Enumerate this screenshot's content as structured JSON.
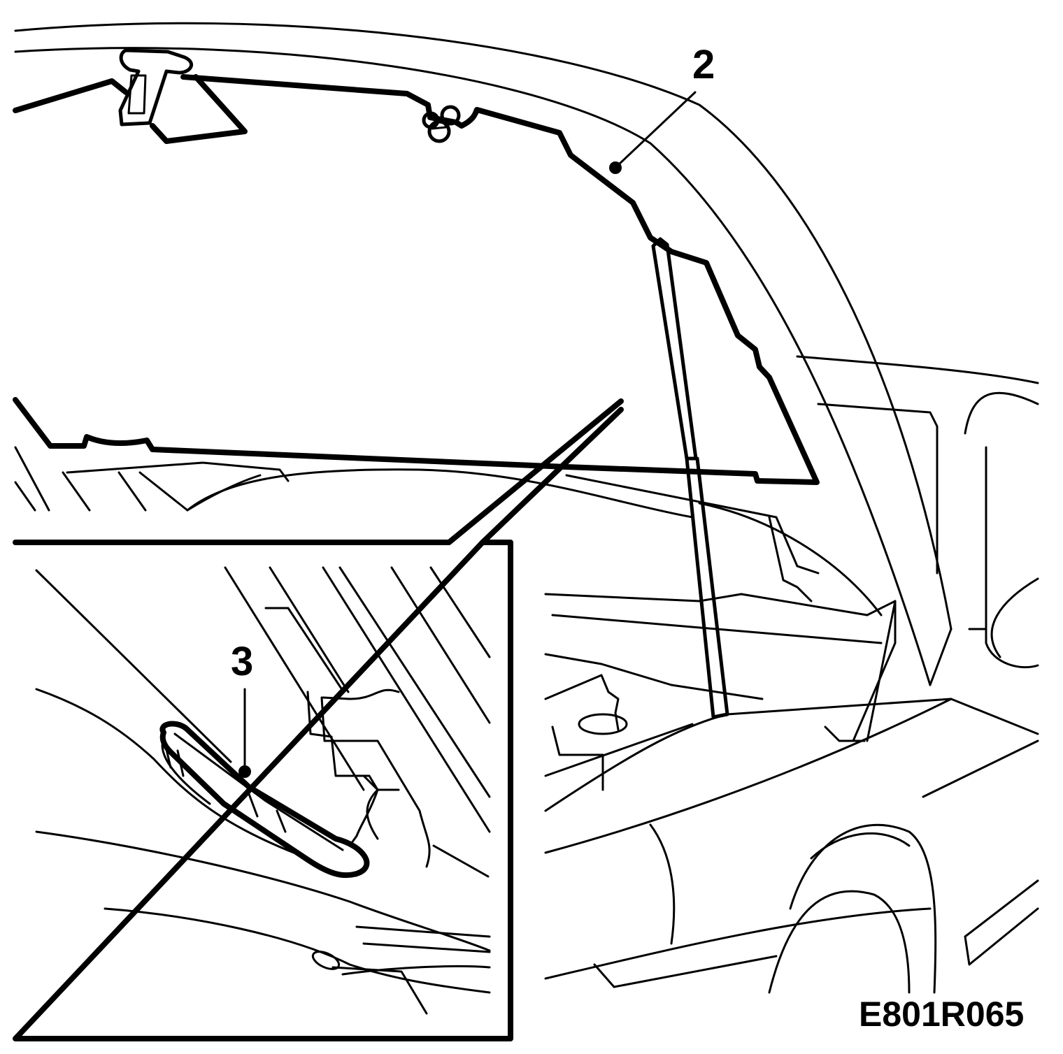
{
  "figure": {
    "callouts": [
      {
        "id": "2",
        "label": "2"
      },
      {
        "id": "3",
        "label": "3"
      }
    ],
    "figure_code": "E801R065"
  }
}
